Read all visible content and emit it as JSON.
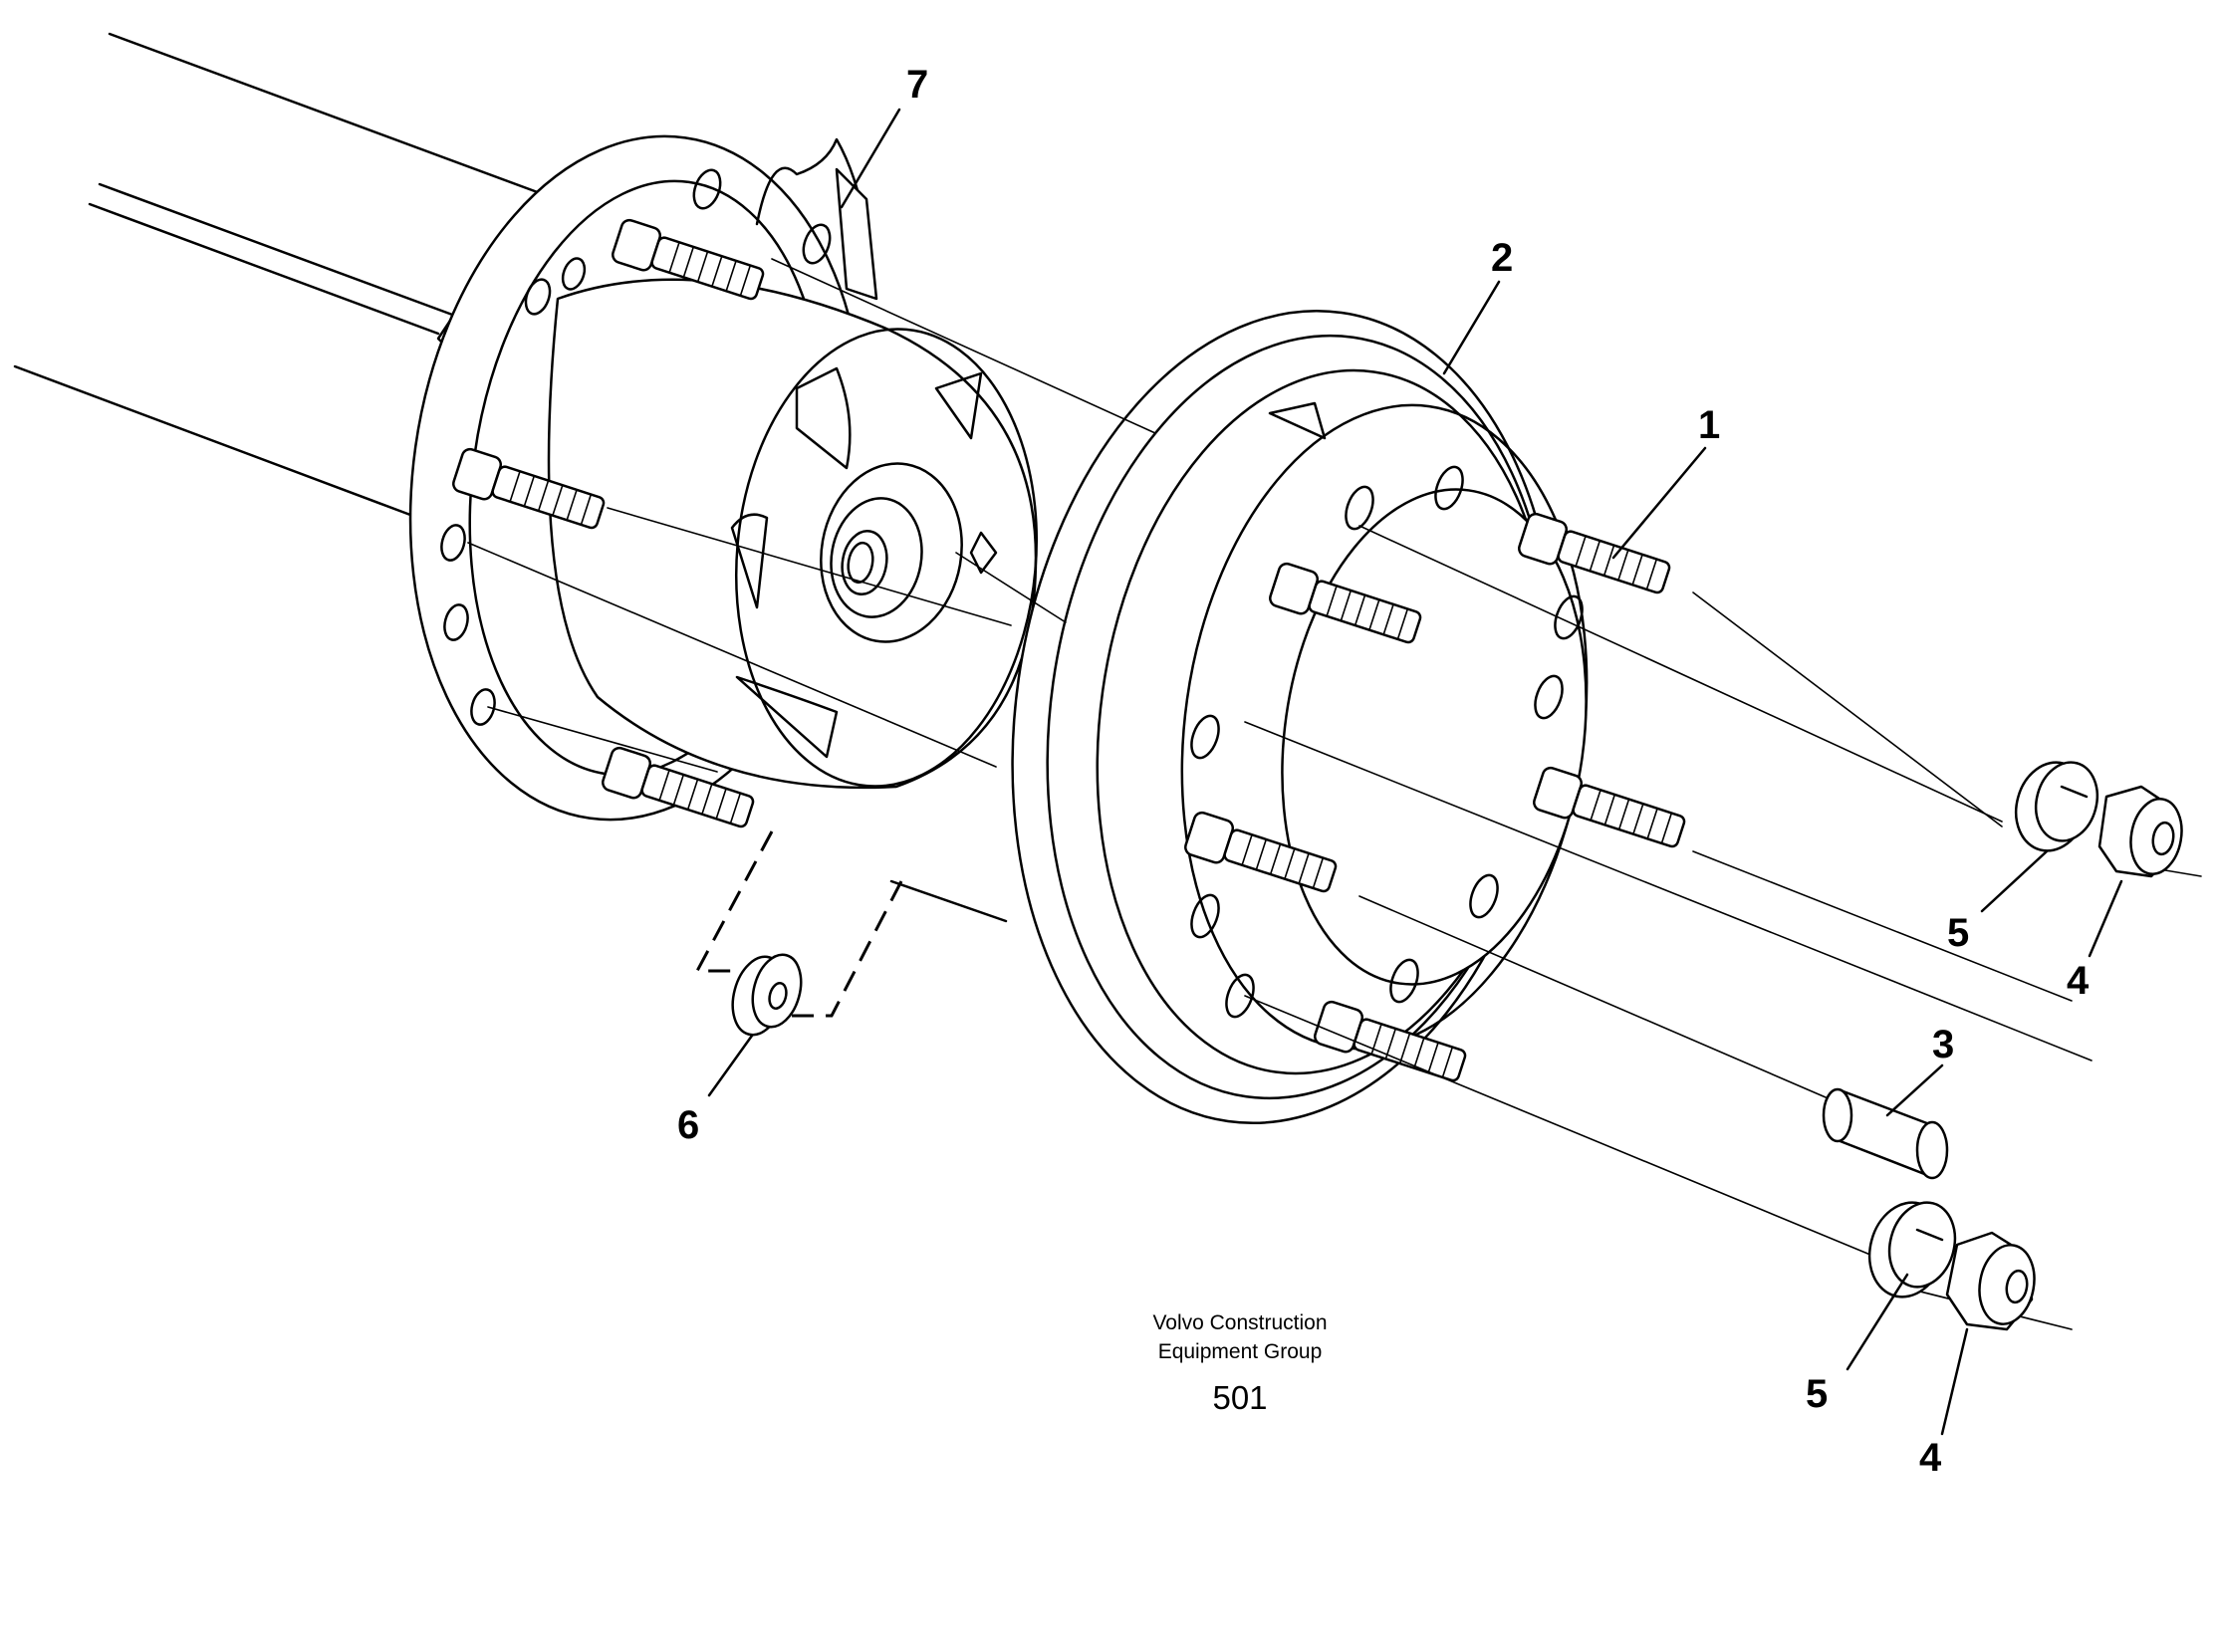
{
  "callouts": {
    "c1": "1",
    "c2": "2",
    "c3": "3",
    "c4a": "4",
    "c4b": "4",
    "c5a": "5",
    "c5b": "5",
    "c6": "6",
    "c7": "7"
  },
  "footer": {
    "line1": "Volvo Construction",
    "line2": "Equipment Group",
    "page_number": "501"
  }
}
